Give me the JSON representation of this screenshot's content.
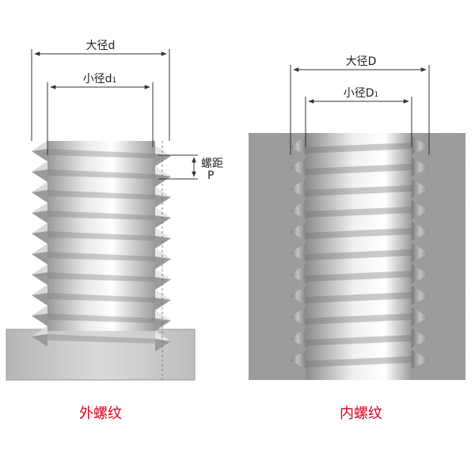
{
  "external": {
    "major_diameter_label": "大径d",
    "minor_diameter_label_main": "小径d",
    "minor_diameter_label_sub": "1",
    "pitch_label_line1": "螺距",
    "pitch_label_line2": "P",
    "caption": "外螺纹"
  },
  "internal": {
    "major_diameter_label": "大径D",
    "minor_diameter_label_main": "小径D",
    "minor_diameter_label_sub": "1",
    "caption": "内螺纹"
  },
  "colors": {
    "caption": "#d8001b",
    "dimension_line": "#333333",
    "block_fill": "#9e9e9e",
    "thread_light": "#f5f5f5",
    "thread_dark": "#8a8a8a"
  }
}
